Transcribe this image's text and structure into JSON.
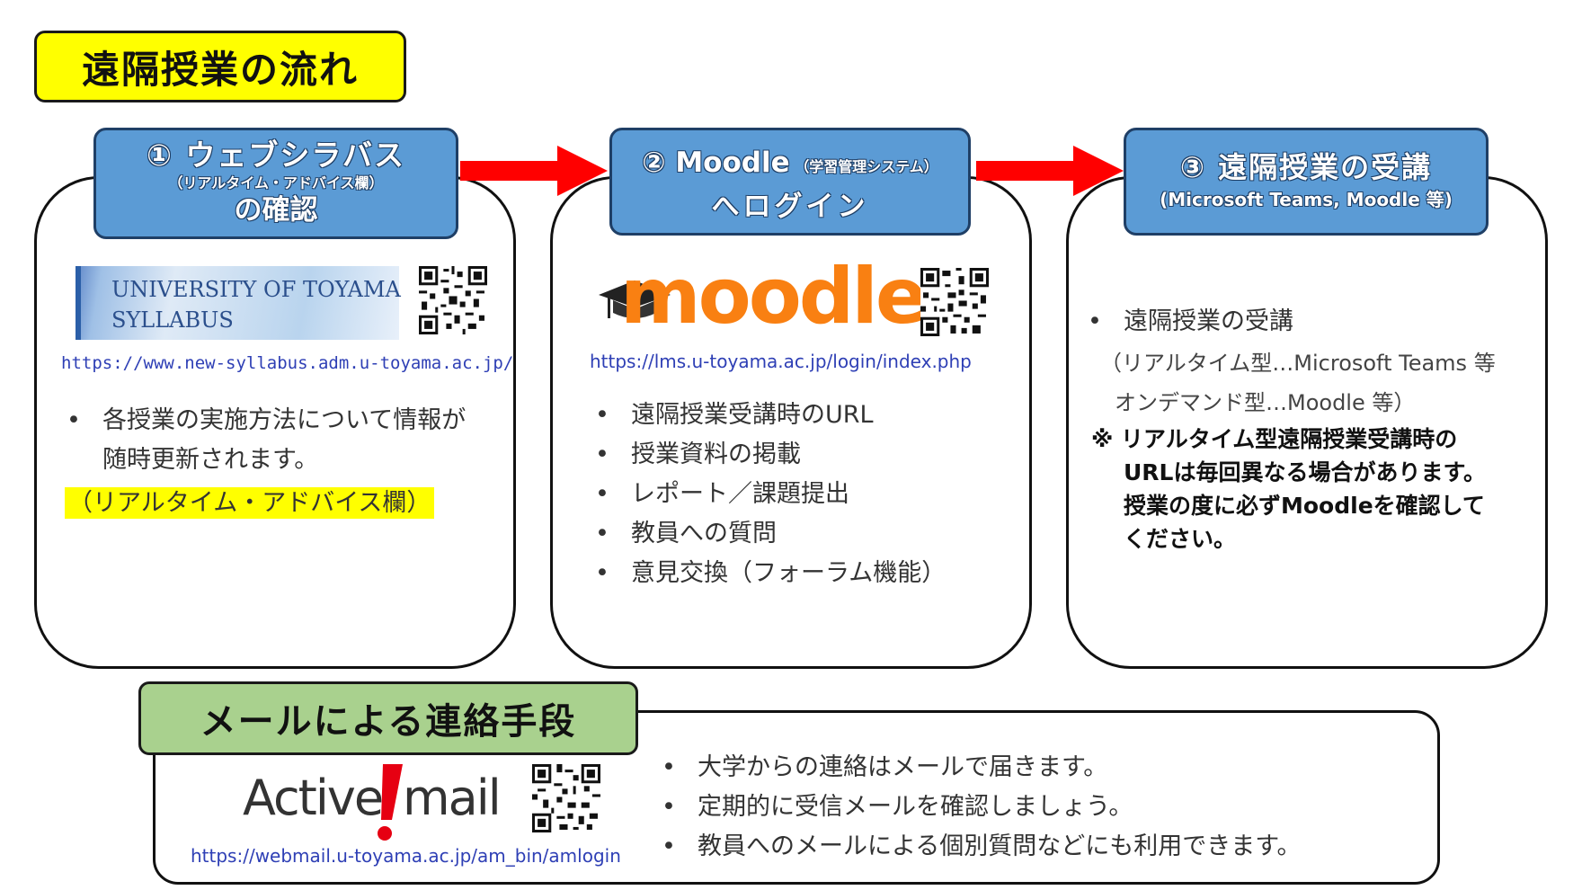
{
  "page": {
    "title": "遠隔授業の流れ"
  },
  "steps": [
    {
      "header_line1": "① ウェブシラバス",
      "header_line2": "（リアルタイム・アドバイス欄）",
      "header_line3": "の確認",
      "logo_line1": "UNIVERSITY OF TOYAMA",
      "logo_line2": "SYLLABUS",
      "url": "https://www.new-syllabus.adm.u-toyama.ac.jp/",
      "bullet1_line1": "各授業の実施方法について情報が",
      "bullet1_line2": "随時更新されます。",
      "highlight": "（リアルタイム・アドバイス欄）"
    },
    {
      "header_line1_main": "② Moodle",
      "header_line1_small": "（学習管理システム）",
      "header_line2": "へログイン",
      "logo_text": "moodle",
      "url": "https://lms.u-toyama.ac.jp/login/index.php",
      "bullets": [
        "遠隔授業受講時のURL",
        "授業資料の掲載",
        "レポート／課題提出",
        "教員への質問",
        "意見交換（フォーラム機能）"
      ]
    },
    {
      "header_line1": "③ 遠隔授業の受講",
      "header_line2": "(Microsoft Teams, Moodle 等)",
      "bullet": "遠隔授業の受講",
      "detail_line1": "（リアルタイム型…Microsoft Teams 等",
      "detail_line2": "オンデマンド型…Moodle 等）",
      "note_line1": "※ リアルタイム型遠隔授業受講時の",
      "note_line2": "URLは毎回異なる場合があります。",
      "note_line3": "授業の度に必ずMoodleを確認して",
      "note_line4": "ください。"
    }
  ],
  "mail": {
    "title": "メールによる連絡手段",
    "logo_part1": "Active",
    "logo_part2": "mail",
    "url": "https://webmail.u-toyama.ac.jp/am_bin/amlogin",
    "bullets": [
      "大学からの連絡はメールで届きます。",
      "定期的に受信メールを確認しましょう。",
      "教員へのメールによる個別質問などにも利用できます。"
    ]
  },
  "colors": {
    "title_bg": "#ffff00",
    "step_header_bg": "#5b9bd5",
    "arrow": "#ff0000",
    "mail_header_bg": "#a9d18e",
    "url": "#2e3fb5",
    "moodle_orange": "#f98012"
  },
  "icons": [
    "qr-code-icon",
    "graduation-cap-icon",
    "exclamation-icon",
    "right-arrow-icon"
  ]
}
